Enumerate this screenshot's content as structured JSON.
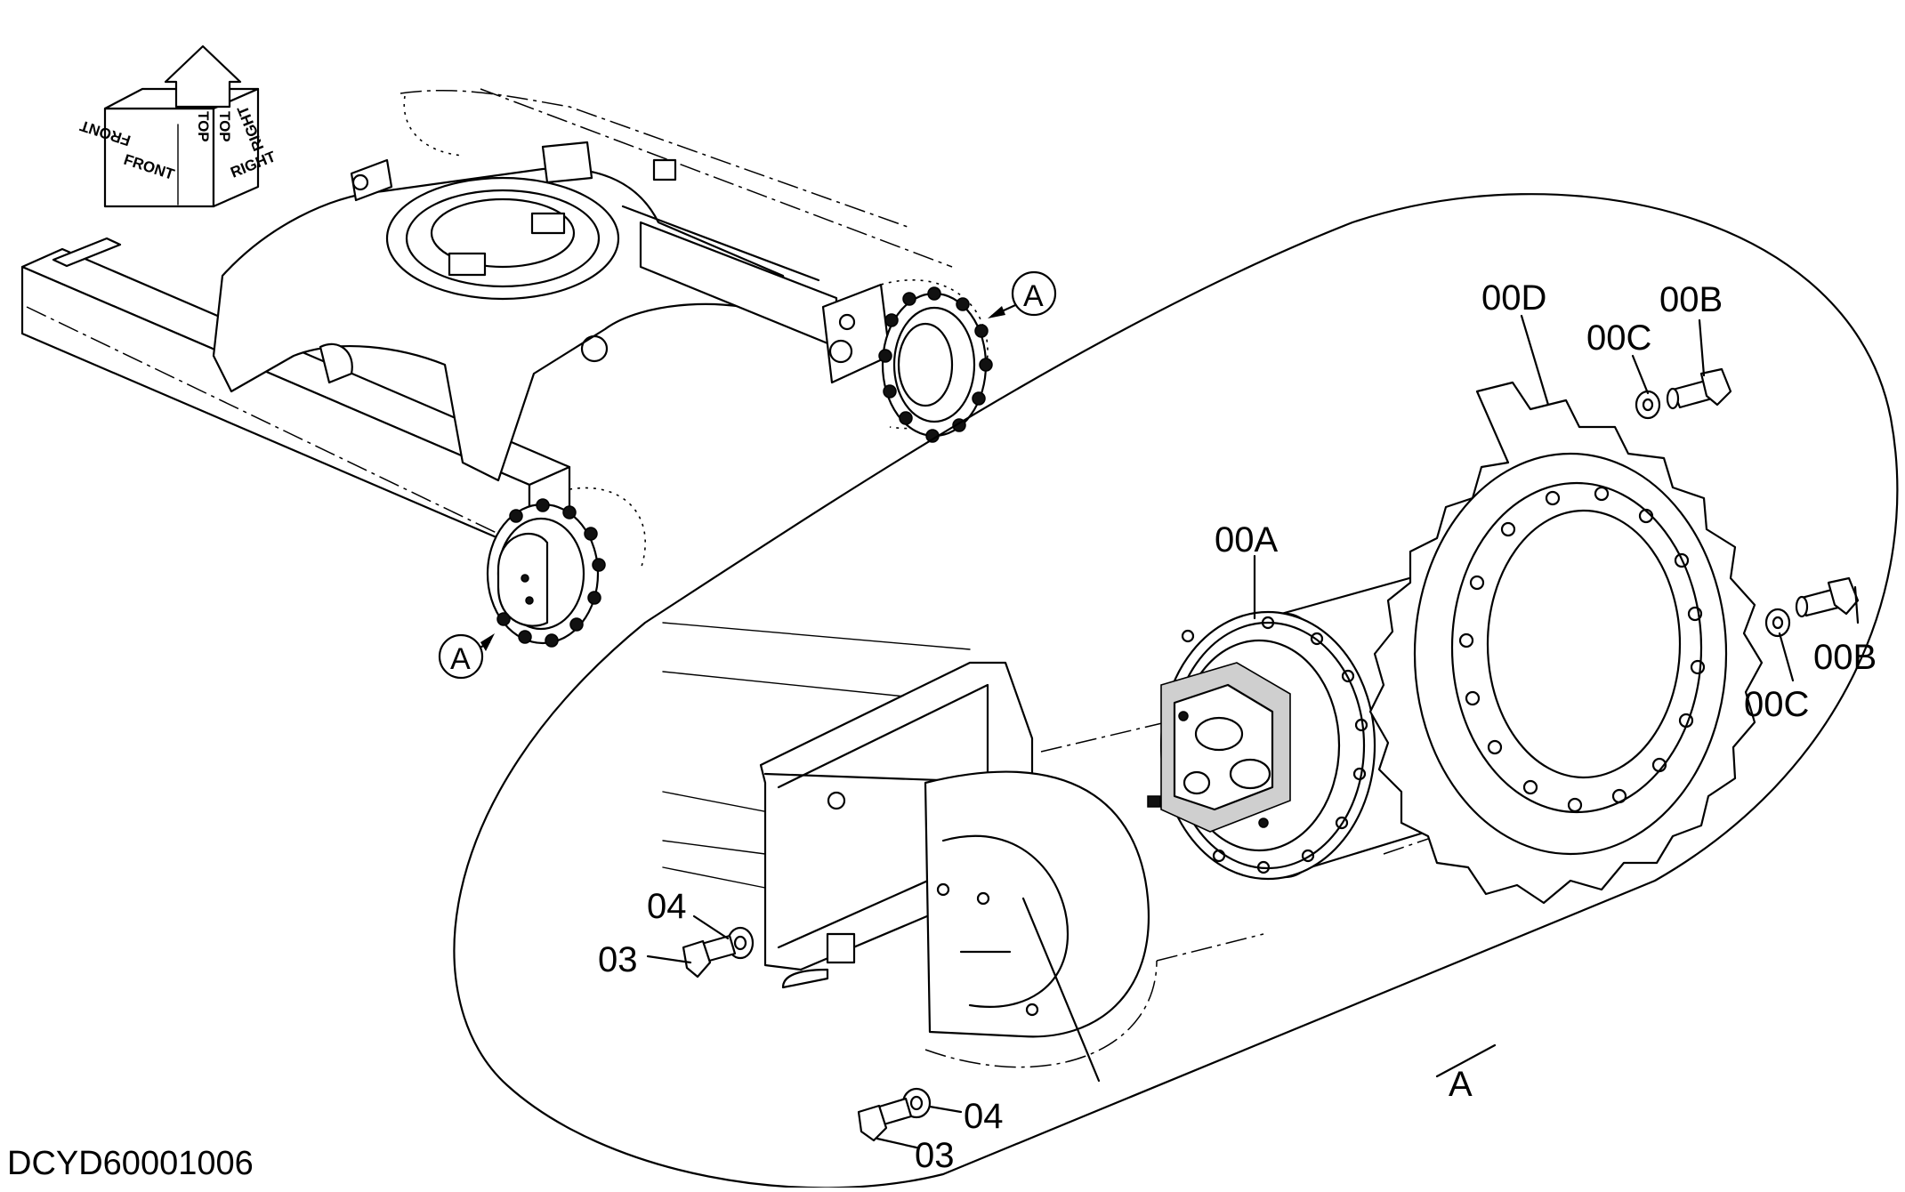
{
  "diagram": {
    "document_id": "DCYD60001006",
    "direction_indicator": {
      "front": "FRONT",
      "top": "TOP",
      "right": "RIGHT"
    },
    "detail_reference": "A",
    "detail_label": "A",
    "callouts": {
      "travel_motor": "00A",
      "sprocket": "00D",
      "bolt_upper": "00B",
      "washer_upper": "00C",
      "bolt_lower": "00B",
      "washer_lower": "00C",
      "washer_left": "04",
      "bolt_left": "03",
      "washer_bottom": "04",
      "bolt_bottom": "03"
    }
  }
}
